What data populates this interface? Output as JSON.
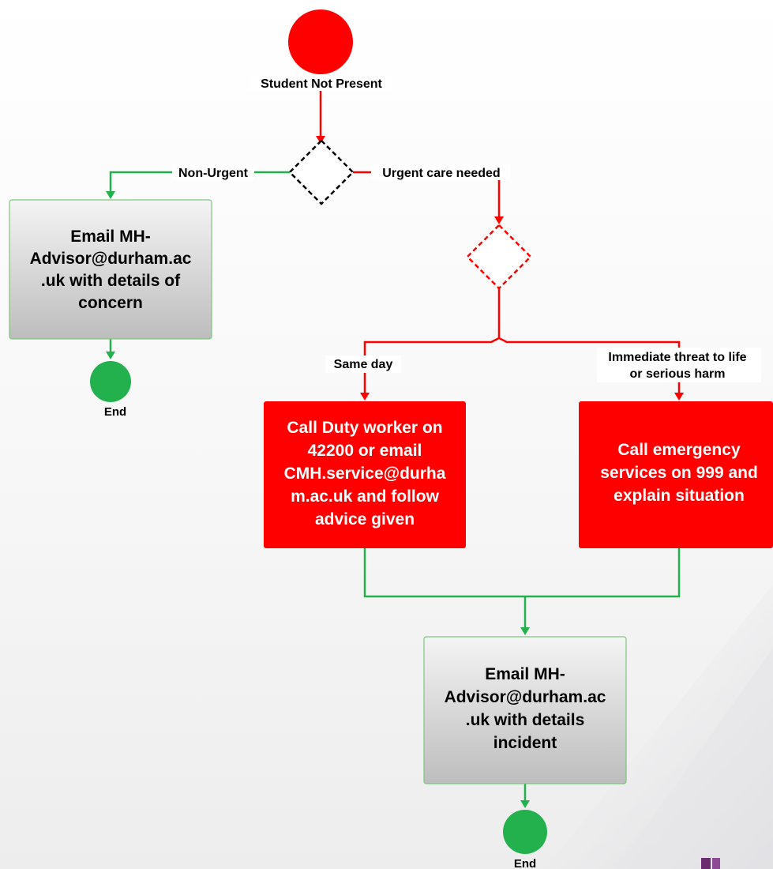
{
  "start": {
    "label": "Student Not Present"
  },
  "edges": {
    "non_urgent": "Non-Urgent",
    "urgent": "Urgent care needed",
    "same_day": "Same day",
    "immediate_line1": "Immediate threat to life",
    "immediate_line2": "or serious harm"
  },
  "nodes": {
    "email_concern": {
      "lines": [
        "Email MH-",
        "Advisor@durham.ac",
        ".uk with details of",
        "concern"
      ]
    },
    "call_duty": {
      "lines": [
        "Call Duty worker on",
        "42200 or email",
        "CMH.service@durha",
        "m.ac.uk and follow",
        "advice given"
      ]
    },
    "call_emergency": {
      "lines": [
        "Call emergency",
        "services on 999 and",
        "explain situation"
      ]
    },
    "email_incident": {
      "lines": [
        "Email MH-",
        "Advisor@durham.ac",
        ".uk with details",
        "incident"
      ]
    }
  },
  "end_label_left": "End",
  "end_label_bottom": "End",
  "colors": {
    "red": "#ff0000",
    "green": "#22b14c",
    "grey_box_top": "#f4f4f4",
    "grey_box_bottom": "#bdbdbd"
  }
}
